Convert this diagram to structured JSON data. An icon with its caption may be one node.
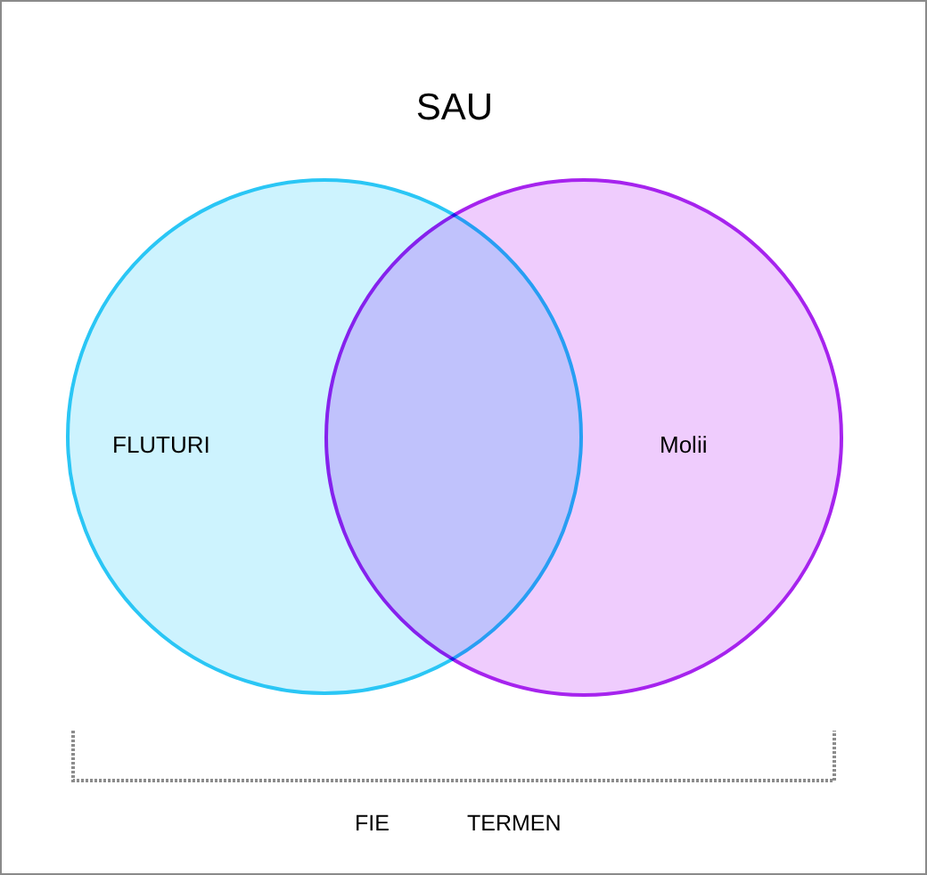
{
  "diagram": {
    "title": "SAU",
    "nodes": [
      {
        "text": [
          "FLUTURI"
        ]
      },
      {
        "text": [
          "Molii"
        ]
      }
    ],
    "labels": [
      "FIE",
      "TERMEN"
    ]
  }
}
